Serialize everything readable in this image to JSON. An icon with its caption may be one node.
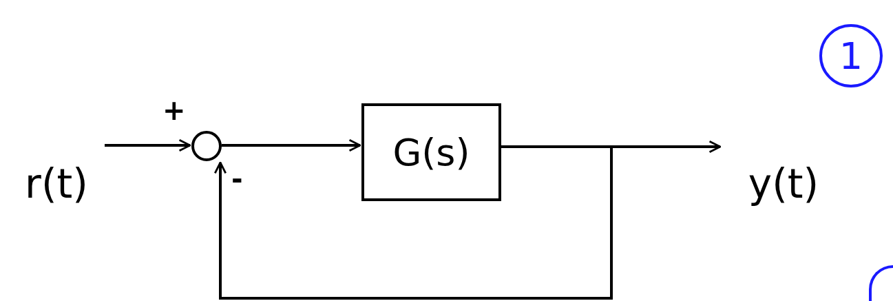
{
  "diagram": {
    "nodes": [
      {
        "text": [
          "r(t)"
        ]
      },
      {
        "text": [],
        "shape": "circle"
      },
      {
        "text": [
          "G(s)"
        ]
      },
      {
        "text": [
          "y(t)"
        ]
      },
      {
        "text": [
          "1"
        ]
      },
      {
        "text": [],
        "shape": "circle"
      }
    ],
    "edges": [
      {
        "from": 0,
        "to": 1,
        "arrow": "to"
      },
      {
        "from": 1,
        "to": 2,
        "arrow": "to"
      },
      {
        "from": 2,
        "to": 3,
        "arrow": "to"
      },
      {
        "from": 2,
        "to": 1,
        "arrow": "to"
      }
    ],
    "labels": [
      "+",
      "-"
    ]
  }
}
